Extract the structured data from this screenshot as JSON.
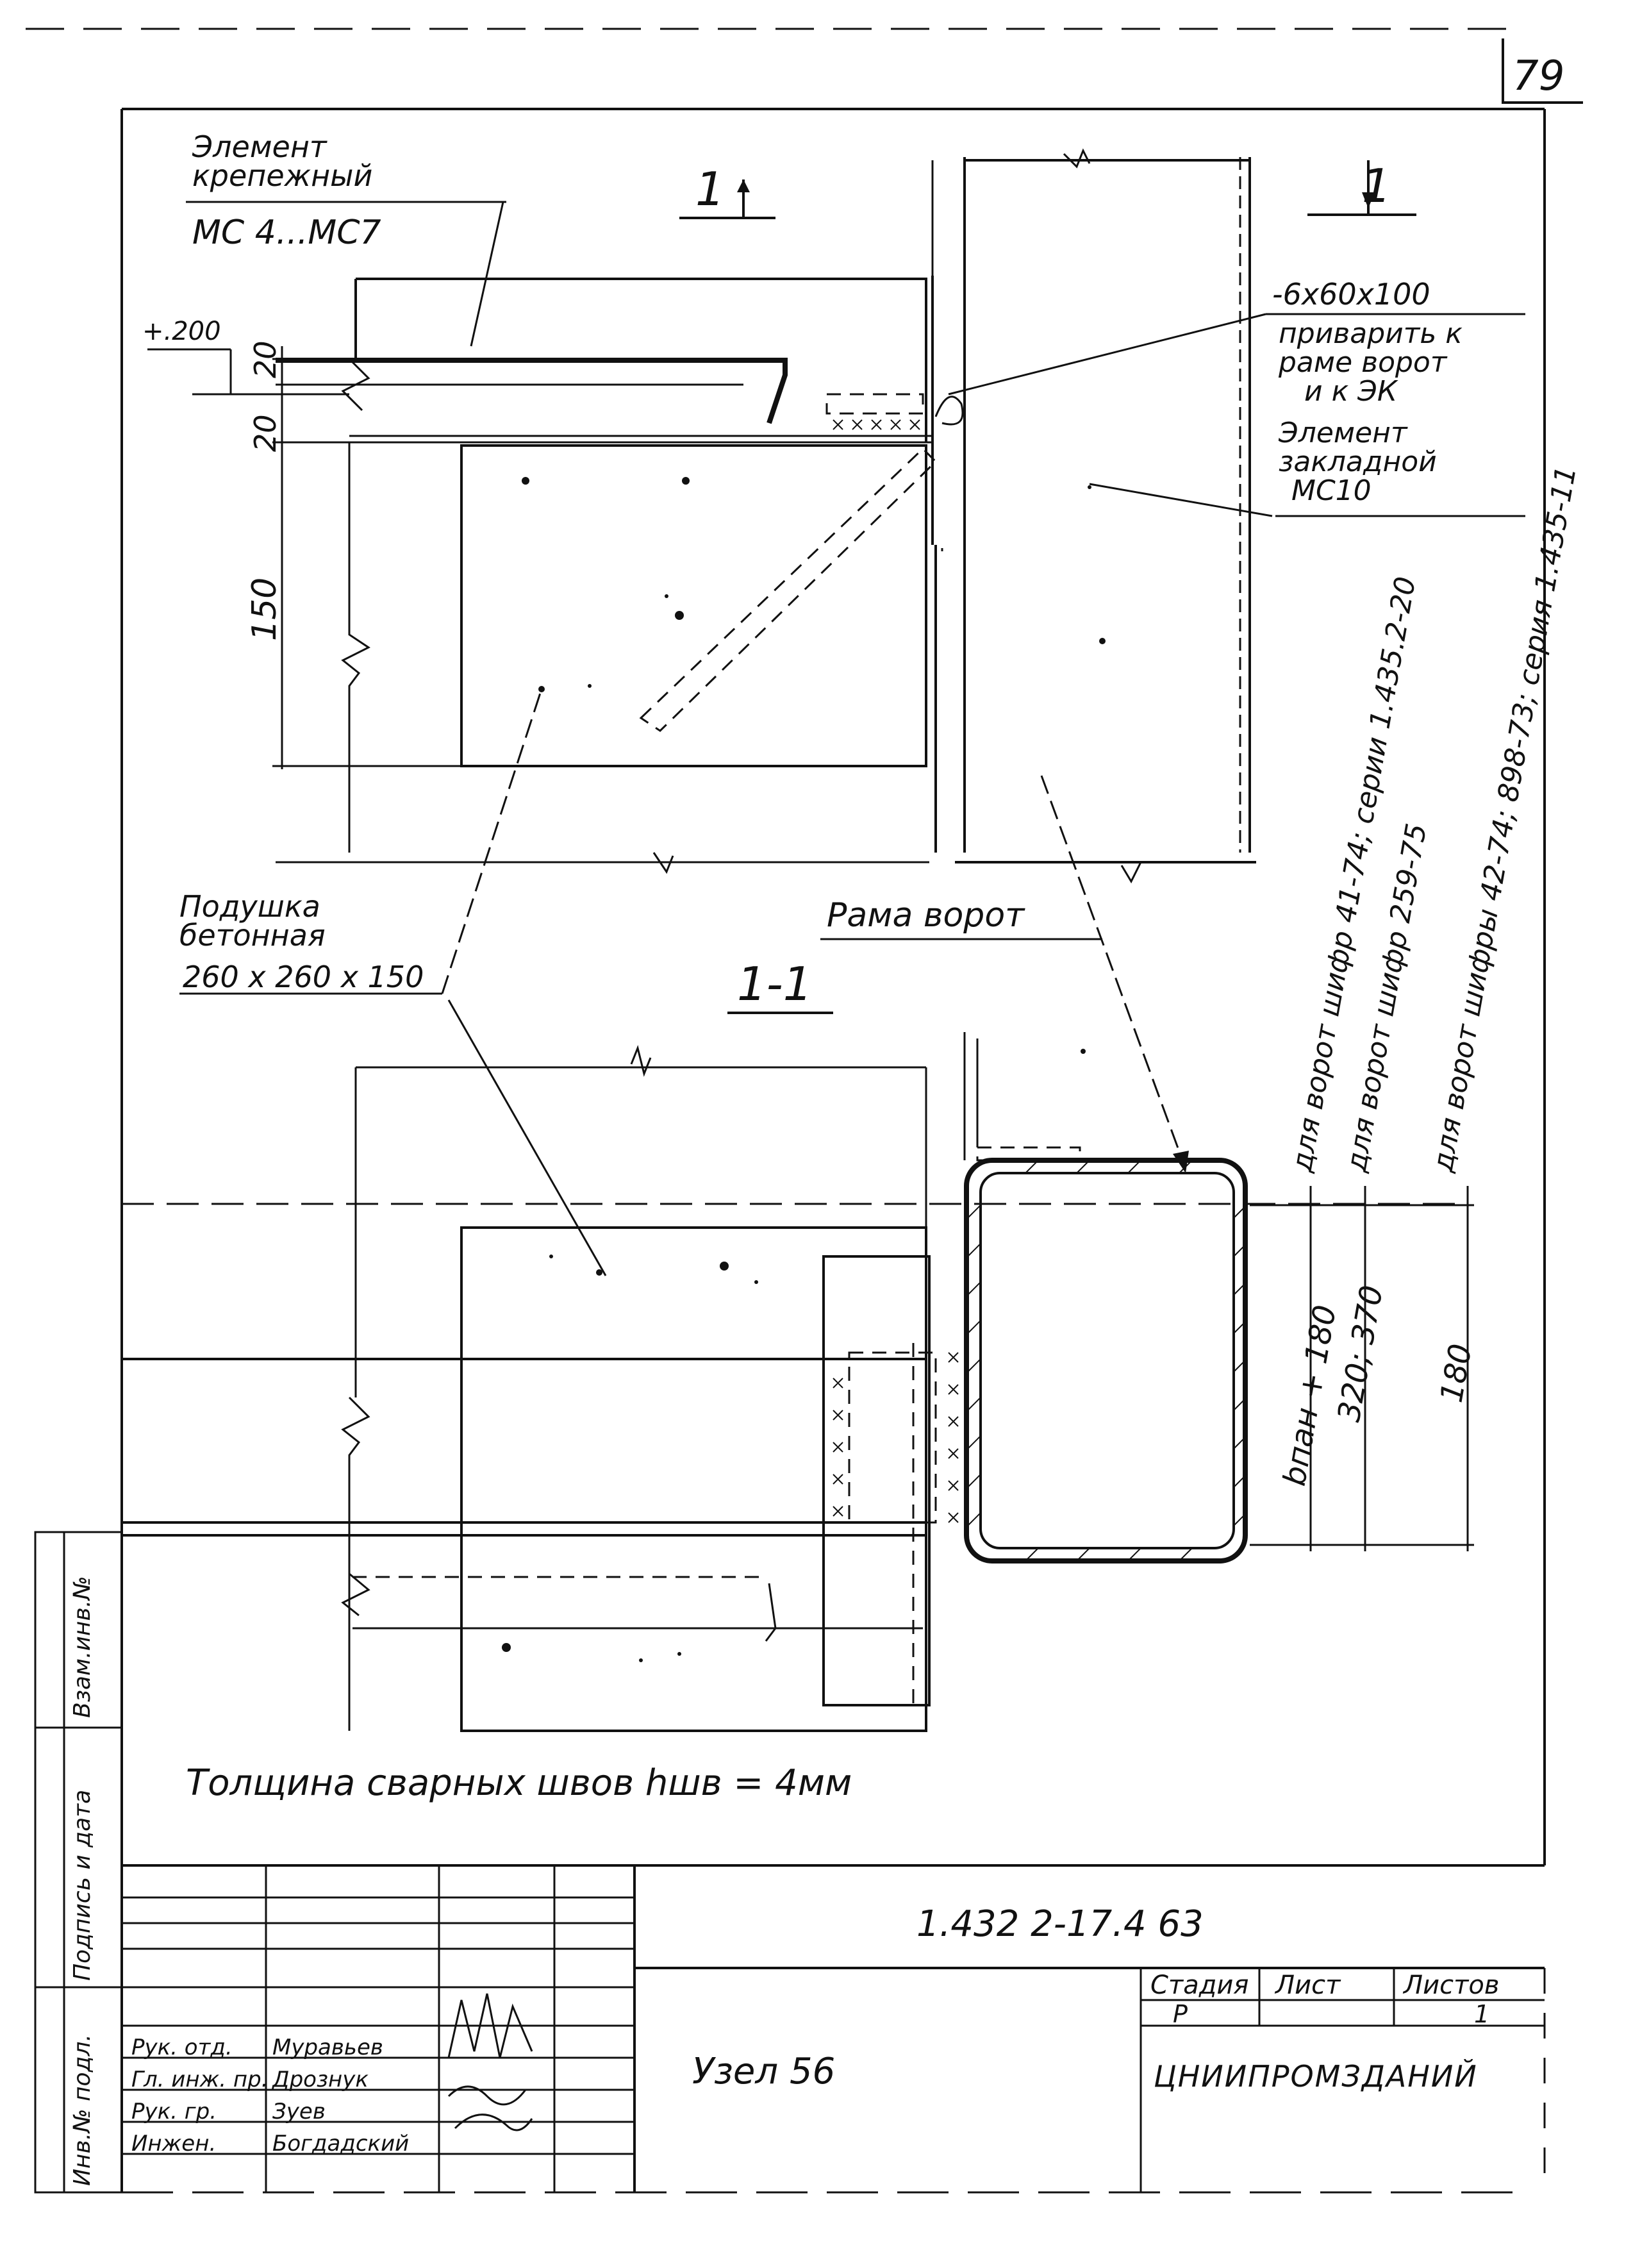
{
  "sheet": {
    "page_number": "79",
    "title_block": {
      "document_code": "1.432 2-17.4 63",
      "node_title": "Узел 56",
      "stage_label": "Стадия",
      "sheet_label": "Лист",
      "sheets_label": "Листов",
      "stage_value": "Р",
      "sheets_value": "1",
      "organization": "ЦНИИПРОМЗДАНИЙ",
      "roles": [
        "Рук. отд.",
        "Гл. инж. пр.",
        "Рук. гр.",
        "Инжен."
      ],
      "names": [
        "Муравьев",
        "Дрознук",
        "Зуев",
        "Богдадский"
      ]
    },
    "side_stamp": [
      "Взам.инв.№",
      "Подпись и дата",
      "Инв.№ подл."
    ]
  },
  "drawing": {
    "section_mark_top": "1",
    "section_mark_right": "1",
    "section_title": "1-1",
    "labels": {
      "fastener_element": [
        "Элемент",
        "крепежный"
      ],
      "fastener_marks": "МС 4...МС7",
      "plate_spec": "-6х60х100",
      "plate_note": [
        "приварить к",
        "раме ворот",
        "и к ЭК"
      ],
      "embedded_element": [
        "Элемент",
        "закладной",
        "МС10"
      ],
      "cushion": [
        "Подушка",
        "бетонная",
        "260 х 260 х 150"
      ],
      "gate_frame": "Рама ворот",
      "weld_note": "Толщина сварных швов hшв = 4мм"
    },
    "dimensions": {
      "elevation": "+.200",
      "top_20": "20",
      "mid_20": "20",
      "height_150": "150",
      "b_plus_180": "bпан + 180",
      "w_320_370": "320; 370",
      "w_180": "180"
    },
    "gate_notes": [
      "для ворот шифр 41-74; серии 1.435.2-20",
      "для ворот шифр 259-75",
      "для ворот шифры 42-74; 898-73; серия 1.435-11"
    ]
  }
}
